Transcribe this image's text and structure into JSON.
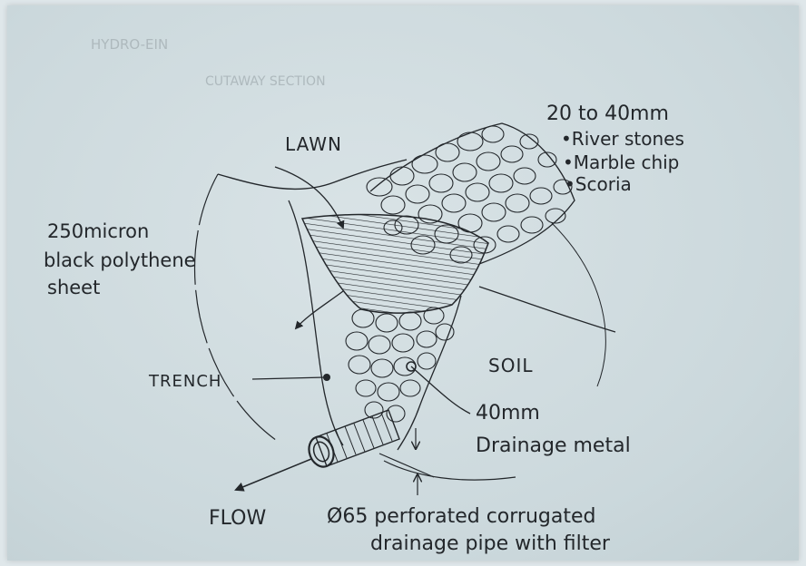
{
  "ghost_text": {
    "line1": "HYDRO-EIN",
    "line2": "CUTAWAY SECTION"
  },
  "labels": {
    "lawn": "LAWN",
    "stones_size": "20 to 40mm",
    "stones_opt1": "•River stones",
    "stones_opt2": "•Marble chip",
    "stones_opt3": "•Scoria",
    "poly_line1": "250micron",
    "poly_line2": "black polythene",
    "poly_line3": "sheet",
    "trench": "TRENCH",
    "soil": "SOIL",
    "metal_line1": "40mm",
    "metal_line2": "Drainage metal",
    "flow": "FLOW",
    "pipe_line1": "Ø65 perforated corrugated",
    "pipe_line2": "drainage pipe with filter"
  },
  "colors": {
    "paper": "#d3dee1",
    "ink": "#23272b",
    "ghost": "#aeb9bd"
  }
}
